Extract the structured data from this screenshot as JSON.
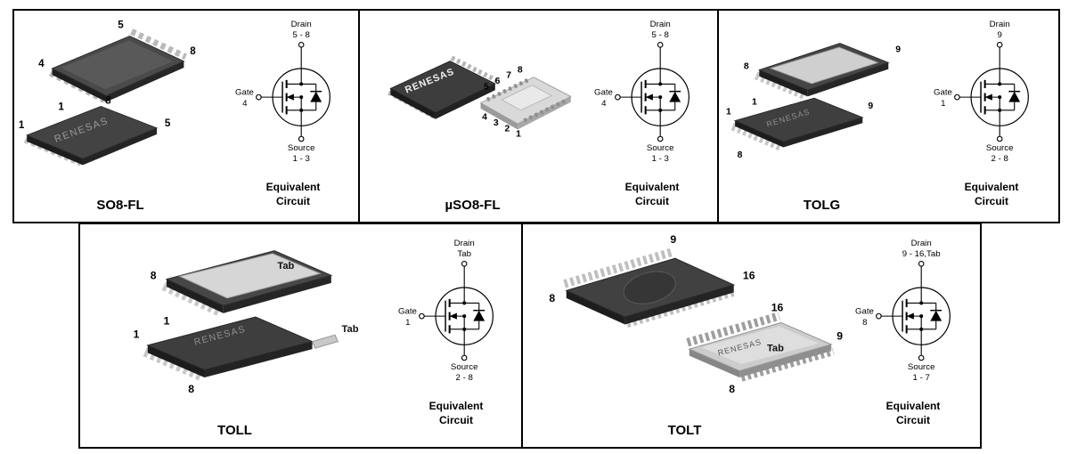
{
  "brand": "RENESAS",
  "caption": "Equivalent\nCircuit",
  "panels": [
    {
      "name": "SO8-FL",
      "circuit": {
        "drain_label": "Drain",
        "drain_pins": "5 - 8",
        "gate_label": "Gate",
        "gate_pin": "4",
        "source_label": "Source",
        "source_pins": "1 - 3"
      },
      "labels": {
        "a": "5",
        "b": "8",
        "c": "4",
        "d": "1",
        "e": "1",
        "f": "8",
        "g": "5"
      }
    },
    {
      "name": "µSO8-FL",
      "circuit": {
        "drain_label": "Drain",
        "drain_pins": "5 - 8",
        "gate_label": "Gate",
        "gate_pin": "4",
        "source_label": "Source",
        "source_pins": "1 - 3"
      },
      "labels": {
        "a": "5",
        "b": "6",
        "c": "7",
        "d": "8",
        "e": "4",
        "f": "3",
        "g": "2",
        "h": "1"
      }
    },
    {
      "name": "TOLG",
      "circuit": {
        "drain_label": "Drain",
        "drain_pins": "9",
        "gate_label": "Gate",
        "gate_pin": "1",
        "source_label": "Source",
        "source_pins": "2 - 8"
      },
      "labels": {
        "a": "8",
        "b": "9",
        "c": "1",
        "d": "1",
        "e": "9",
        "f": "8"
      }
    },
    {
      "name": "TOLL",
      "circuit": {
        "drain_label": "Drain",
        "drain_pins": "Tab",
        "gate_label": "Gate",
        "gate_pin": "1",
        "source_label": "Source",
        "source_pins": "2 - 8"
      },
      "labels": {
        "a": "Tab",
        "b": "8",
        "c": "1",
        "d": "1",
        "e": "Tab",
        "f": "8"
      }
    },
    {
      "name": "TOLT",
      "circuit": {
        "drain_label": "Drain",
        "drain_pins": "9 - 16,Tab",
        "gate_label": "Gate",
        "gate_pin": "8",
        "source_label": "Source",
        "source_pins": "1 - 7"
      },
      "labels": {
        "a": "9",
        "b": "16",
        "c": "8",
        "d": "16",
        "e": "9",
        "f": "Tab",
        "g": "8"
      }
    }
  ]
}
